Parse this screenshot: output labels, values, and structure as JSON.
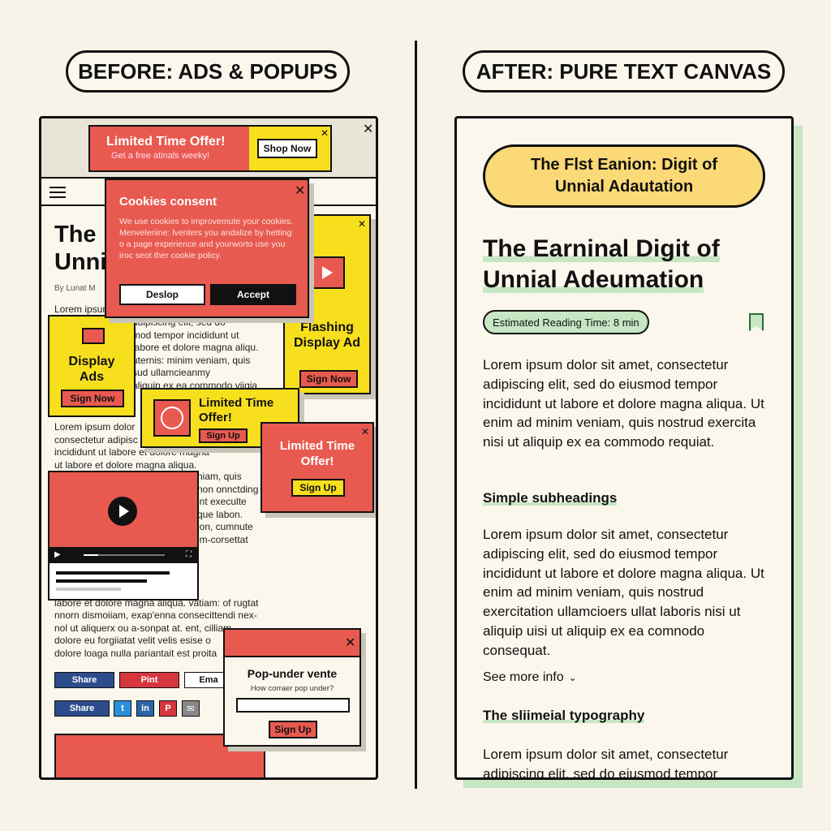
{
  "labels": {
    "before": "BEFORE: ADS & POPUPS",
    "after": "AFTER: PURE TEXT CANVAS"
  },
  "before": {
    "banner_ad": {
      "title": "Limited Time Offer!",
      "subtitle": "Get a free atinals weeky!",
      "button": "Shop Now"
    },
    "article_title_1": "The",
    "article_title_2": "Unni",
    "byline": "By Lunat M",
    "lorem_a": "Lorem ipsum",
    "cookie": {
      "title": "Cookies consent",
      "text": "We use cookies to improvemute your cookies. Menveleriine: lventers you andalize by hetting o a page experience and yourworto use you iroc seot ther cookie policy.",
      "decline": "Deslop",
      "accept": "Accept"
    },
    "display_ad": {
      "title": "Display Ads",
      "button": "Sign Now"
    },
    "flashing_ad": {
      "title": "Flashing Display Ad",
      "button": "Sign Now"
    },
    "timer_ad": {
      "title": "Limited Time Offer!",
      "button": "Sign Up"
    },
    "offer_ad": {
      "title": "Limited Time Offer!",
      "button": "Sign Up"
    },
    "lorem_b": "adipiscing elit, sed do\nmod tempor incididunt ut\nlabore et dolore magna aliqu.\nuternis: minim veniam, quis\nsud ullamcieanmy\naliquip ex ea commodo viigia",
    "lorem_c": "Lorem ipsum dolor\nconsectetur adipisc\nincididunt ut labore et dolore magna\nut labore et dolore magna aliqua.",
    "lorem_d": "niam, quis\nnon onnctding\nint execulte\nque labon.\nlon, cumnute\nim-corsettat",
    "lorem_e": "sit amet,\nsectetur\nr incididunt ut\nlabore et dolore magna aliqua. vatiam: of rugtat\nnnorn dismoiiam, exap'enna consecittendi nex-\nnol ut aliquerx ou a-sonpat at. ent, cilliam\ndolore eu forgiiatat velit velis esise o\ndolore loaga nulla pariantait est proita",
    "share_row1": [
      "Share",
      "Pint",
      "Ema"
    ],
    "share_row2": {
      "label": "Share",
      "icons": [
        "t",
        "in",
        "P",
        "✉"
      ]
    },
    "popunder": {
      "title": "Pop-under vente",
      "question": "How corraer pop under?",
      "button": "Sign Up"
    }
  },
  "after": {
    "badge": "The Flst Eanion: Digit of Unnial Adautation",
    "title": "The Earninal Digit of Unnial Adeumation",
    "reading_time": "Estimated Reading Time: 8 min",
    "p1": "Lorem ipsum dolor sit amet, consectetur adipiscing elit, sed do eiusmod tempor incididunt ut labore et dolore magna aliqua. Ut enim ad minim veniam, quis nostrud exercita nisi ut aliquip ex ea commodo requiat.",
    "h2": "Simple subheadings",
    "p2": "Lorem ipsum dolor sit amet, consectetur adipiscing elit, sed do eiusmod tempor incididunt ut labore et dolore magna aliqua. Ut enim ad minim veniam, quis nostrud exercitation ullamcioers ullat laboris nisi ut aliquip uisi ut aliquip ex ea comnodo consequat.",
    "see_more": "See more info",
    "h3": "The sliimeial typography",
    "p3": "Lorem ipsum dolor sit amet, consectetur adipiscing elit. sed do eiusmod tempor"
  },
  "colors": {
    "red": "#e85a50",
    "yellow": "#f7df1e",
    "green": "#c6e6c4",
    "badge_yellow": "#fcd977"
  }
}
